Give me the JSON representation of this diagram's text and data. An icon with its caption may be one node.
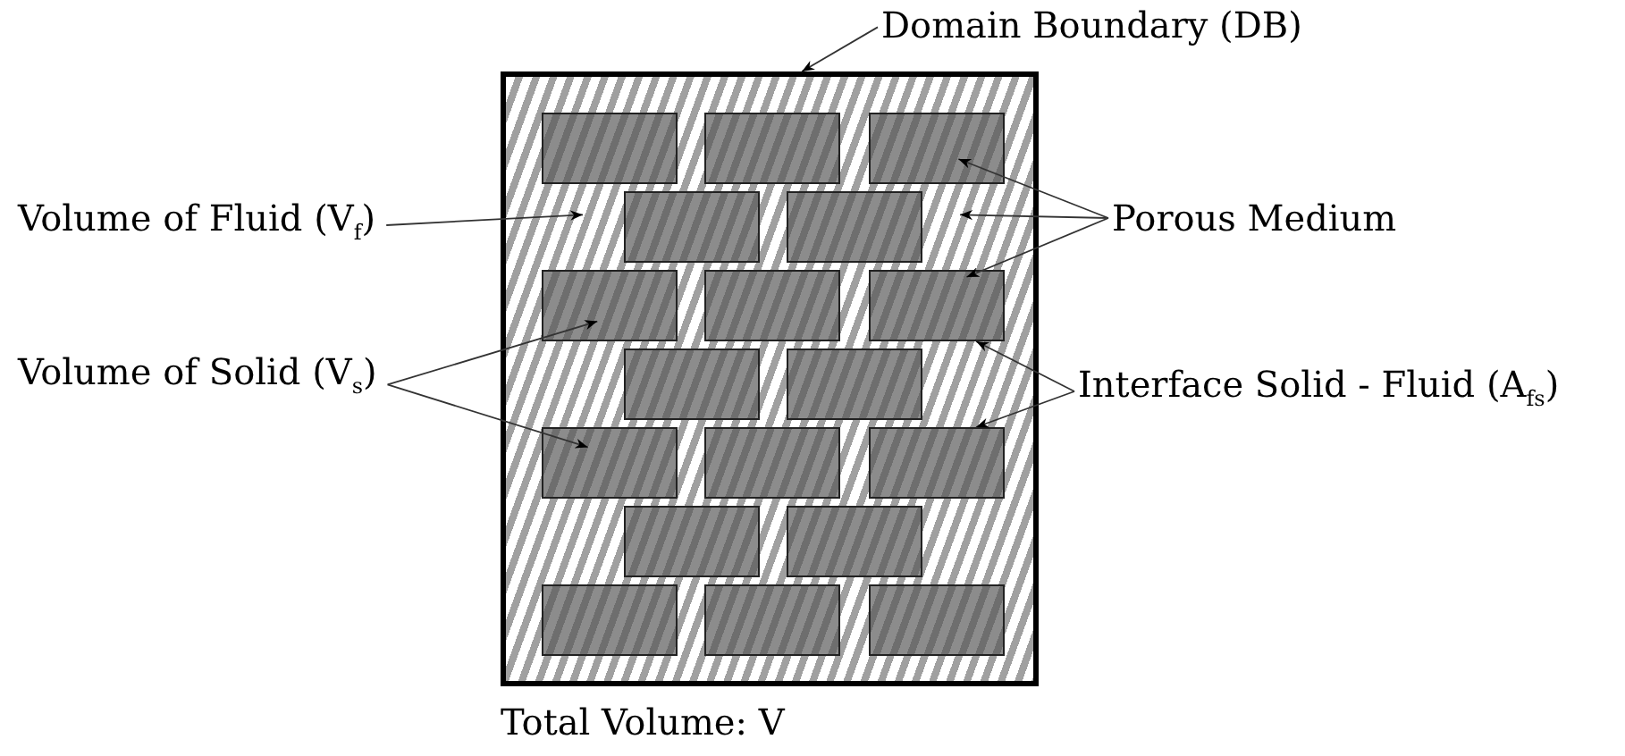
{
  "diagram": {
    "nodes": [
      {
        "text": [],
        "shape": "box"
      },
      {
        "text": [],
        "shape": "box",
        "in": 0
      },
      {
        "text": [],
        "shape": "box",
        "in": 0
      },
      {
        "text": [],
        "shape": "box",
        "in": 0
      },
      {
        "text": [],
        "shape": "box",
        "in": 0
      },
      {
        "text": [],
        "shape": "box",
        "in": 0
      },
      {
        "text": [],
        "shape": "box",
        "in": 0
      },
      {
        "text": [],
        "shape": "box",
        "in": 0
      },
      {
        "text": [],
        "shape": "box",
        "in": 0
      },
      {
        "text": [],
        "shape": "box",
        "in": 0
      },
      {
        "text": [],
        "shape": "box",
        "in": 0
      },
      {
        "text": [],
        "shape": "box",
        "in": 0
      },
      {
        "text": [],
        "shape": "box",
        "in": 0
      },
      {
        "text": [],
        "shape": "box",
        "in": 0
      },
      {
        "text": [],
        "shape": "box",
        "in": 0
      },
      {
        "text": [],
        "shape": "box",
        "in": 0
      },
      {
        "text": [],
        "shape": "box",
        "in": 0
      },
      {
        "text": [],
        "shape": "box",
        "in": 0
      },
      {
        "text": [],
        "shape": "box",
        "in": 0
      },
      {
        "text": [
          "Domain Boundary (DB)"
        ]
      },
      {
        "text": [
          "Volume of Fluid (V$_{f}$)"
        ]
      },
      {
        "text": [
          "Volume of Solid (V$_{s}$)"
        ]
      },
      {
        "text": [
          "Porous Medium"
        ]
      },
      {
        "text": [
          "Interface Solid - Fluid (A$_{fs}$)"
        ]
      }
    ],
    "edges": [
      {
        "from": 19,
        "to": 0,
        "arrow": "to"
      },
      {
        "from": 20,
        "to": 0,
        "arrow": "to"
      },
      {
        "from": 21,
        "to": 6,
        "arrow": "to"
      },
      {
        "from": 21,
        "to": 11,
        "arrow": "to"
      },
      {
        "from": 22,
        "to": 3,
        "arrow": "to"
      },
      {
        "from": 22,
        "to": 0,
        "arrow": "to"
      },
      {
        "from": 22,
        "to": 8,
        "arrow": "to"
      },
      {
        "from": 23,
        "to": 8,
        "arrow": "to"
      },
      {
        "from": 23,
        "to": 13,
        "arrow": "to"
      }
    ],
    "labels": [
      "Total Volume: V"
    ]
  }
}
